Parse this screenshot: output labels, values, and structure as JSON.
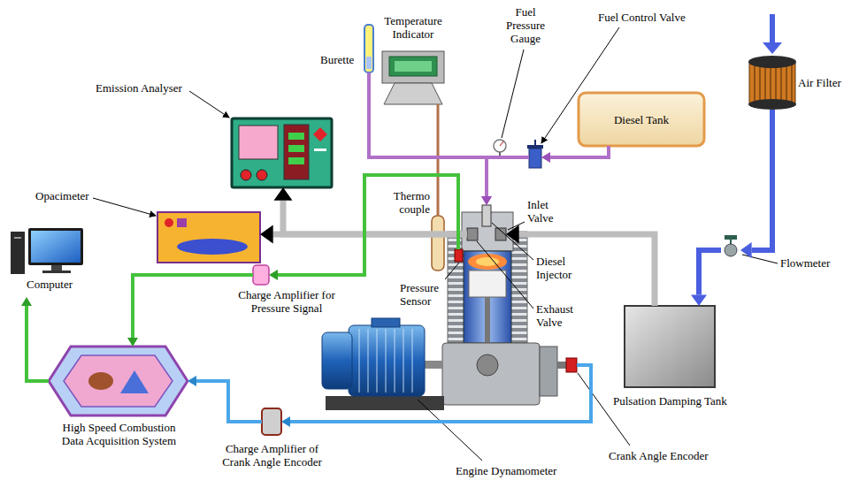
{
  "diagram": {
    "nodes": [
      {
        "text": [
          "Emission Analyser"
        ]
      },
      {
        "text": [
          "Temperature Indicator"
        ]
      },
      {
        "text": [
          "Burette"
        ]
      },
      {
        "text": [
          "Fuel Pressure Gauge"
        ]
      },
      {
        "text": [
          "Fuel Control Valve"
        ]
      },
      {
        "text": [
          "Diesel Tank"
        ]
      },
      {
        "text": [
          "Air Filter"
        ]
      },
      {
        "text": [
          "Opacimeter"
        ]
      },
      {
        "text": [
          "Computer"
        ]
      },
      {
        "text": [
          "Thermo couple"
        ]
      },
      {
        "text": [
          "Inlet Valve"
        ]
      },
      {
        "text": [
          "Diesel Injector"
        ]
      },
      {
        "text": [
          "Pressure Sensor"
        ]
      },
      {
        "text": [
          "Exhaust Valve"
        ]
      },
      {
        "text": [
          "Flowmeter"
        ]
      },
      {
        "text": [
          "Charge Amplifier for Pressure Signal"
        ]
      },
      {
        "text": [
          "Pulsation Damping Tank"
        ]
      },
      {
        "text": [
          "High Speed Combustion Data Acquisition System"
        ]
      },
      {
        "text": [
          "Engine Dynamometer"
        ]
      },
      {
        "text": [
          "Crank Angle Encoder"
        ]
      },
      {
        "text": [
          "Charge Amplifier of Crank Angle Encoder"
        ]
      }
    ],
    "edges": [
      {
        "from": 13,
        "to": 7,
        "arrow": "to"
      },
      {
        "from": 13,
        "to": 0,
        "arrow": "to"
      },
      {
        "from": 9,
        "to": 1,
        "arrow": "none"
      },
      {
        "from": 5,
        "to": 4,
        "arrow": "to"
      },
      {
        "from": 4,
        "to": 11,
        "arrow": "to"
      },
      {
        "from": 2,
        "to": 11,
        "arrow": "to"
      },
      {
        "from": 6,
        "to": 14,
        "arrow": "to"
      },
      {
        "from": 14,
        "to": 16,
        "arrow": "to"
      },
      {
        "from": 16,
        "to": 10,
        "arrow": "to"
      },
      {
        "from": 12,
        "to": 15,
        "arrow": "to"
      },
      {
        "from": 15,
        "to": 17,
        "arrow": "to"
      },
      {
        "from": 17,
        "to": 8,
        "arrow": "to"
      },
      {
        "from": 19,
        "to": 20,
        "arrow": "to"
      },
      {
        "from": 20,
        "to": 17,
        "arrow": "to"
      }
    ]
  }
}
